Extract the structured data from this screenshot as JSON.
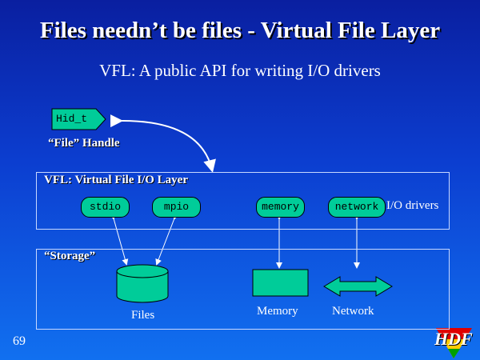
{
  "title": "Files needn’t be files - Virtual File Layer",
  "subtitle": "VFL: A public API for writing I/O drivers",
  "handle": {
    "code": "Hid_t",
    "label": "“File” Handle"
  },
  "vfl": {
    "label": "VFL: Virtual File I/O Layer",
    "drivers": [
      "stdio",
      "mpio",
      "memory",
      "network"
    ],
    "drivers_label": "I/O drivers"
  },
  "storage": {
    "label": "“Storage”",
    "files": "Files",
    "memory": "Memory",
    "network": "Network"
  },
  "page_number": "69",
  "logo": "HDF",
  "colors": {
    "shape": "#00cc99"
  }
}
